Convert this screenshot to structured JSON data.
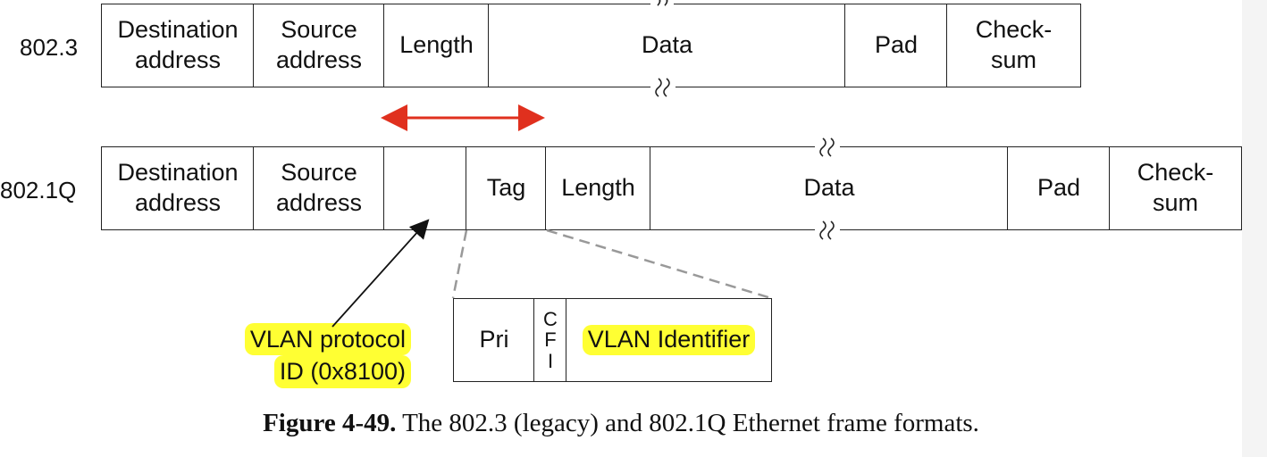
{
  "frames": {
    "legacy": {
      "label": "802.3",
      "fields": [
        {
          "key": "dst",
          "lines": [
            "Destination",
            "address"
          ]
        },
        {
          "key": "src",
          "lines": [
            "Source",
            "address"
          ]
        },
        {
          "key": "len",
          "lines": [
            "Length"
          ]
        },
        {
          "key": "data",
          "lines": [
            "Data"
          ]
        },
        {
          "key": "pad",
          "lines": [
            "Pad"
          ]
        },
        {
          "key": "checksum",
          "lines": [
            "Check-",
            "sum"
          ]
        }
      ]
    },
    "dot1q": {
      "label": "802.1Q",
      "fields": [
        {
          "key": "dst",
          "lines": [
            "Destination",
            "address"
          ]
        },
        {
          "key": "src",
          "lines": [
            "Source",
            "address"
          ]
        },
        {
          "key": "tpid",
          "lines": [
            ""
          ]
        },
        {
          "key": "tag",
          "lines": [
            "Tag"
          ]
        },
        {
          "key": "len",
          "lines": [
            "Length"
          ]
        },
        {
          "key": "data",
          "lines": [
            "Data"
          ]
        },
        {
          "key": "pad",
          "lines": [
            "Pad"
          ]
        },
        {
          "key": "checksum",
          "lines": [
            "Check-",
            "sum"
          ]
        }
      ]
    }
  },
  "tag_detail": {
    "pri": "Pri",
    "cfi": [
      "C",
      "F",
      "I"
    ],
    "vlan_id": "VLAN Identifier"
  },
  "annotation": {
    "line1": "VLAN protocol",
    "line2": "ID (0x8100)"
  },
  "caption": {
    "figure": "Figure 4-49.",
    "text": "The 802.3 (legacy) and 802.1Q Ethernet frame formats."
  },
  "colors": {
    "highlight": "#ffff33",
    "arrow_red": "#e0301e",
    "outline": "#222222",
    "dashed": "#999999"
  }
}
